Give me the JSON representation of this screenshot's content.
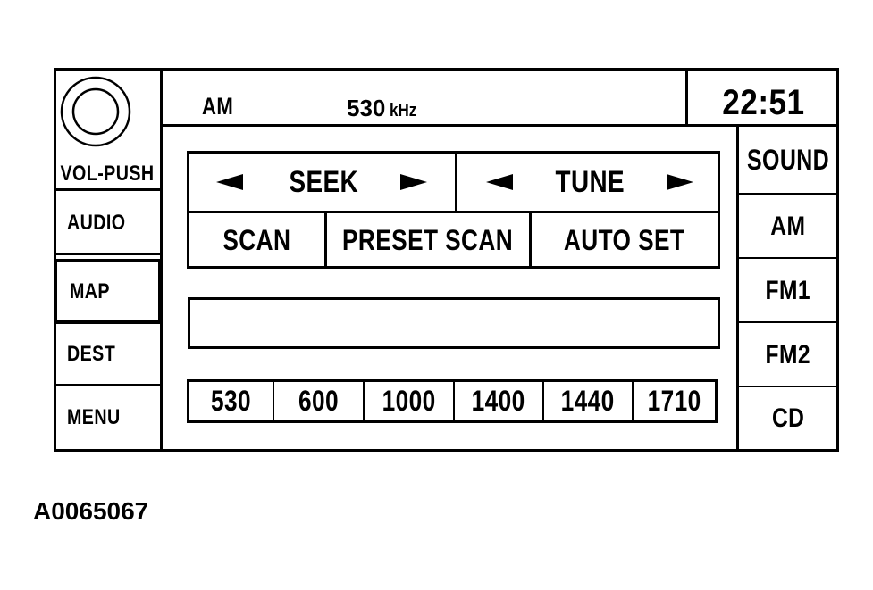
{
  "header": {
    "band": "AM",
    "frequency": "530",
    "frequency_unit": "kHz",
    "clock": "22:51"
  },
  "left_panel": {
    "volume_knob_label": "VOL-PUSH",
    "items": [
      {
        "label": "AUDIO",
        "selected": false
      },
      {
        "label": "MAP",
        "selected": true
      },
      {
        "label": "DEST",
        "selected": false
      },
      {
        "label": "MENU",
        "selected": false
      }
    ]
  },
  "right_panel": {
    "items": [
      {
        "label": "SOUND"
      },
      {
        "label": "AM"
      },
      {
        "label": "FM1"
      },
      {
        "label": "FM2"
      },
      {
        "label": "CD"
      }
    ]
  },
  "controls": {
    "seek": {
      "label": "SEEK",
      "left_icon": "triangle-left",
      "right_icon": "triangle-right"
    },
    "tune": {
      "label": "TUNE",
      "left_icon": "triangle-left",
      "right_icon": "triangle-right"
    },
    "scan": "SCAN",
    "preset_scan": "PRESET SCAN",
    "auto_set": "AUTO SET"
  },
  "display_text": "",
  "presets": [
    "530",
    "600",
    "1000",
    "1400",
    "1440",
    "1710"
  ],
  "figure_id": "A0065067"
}
